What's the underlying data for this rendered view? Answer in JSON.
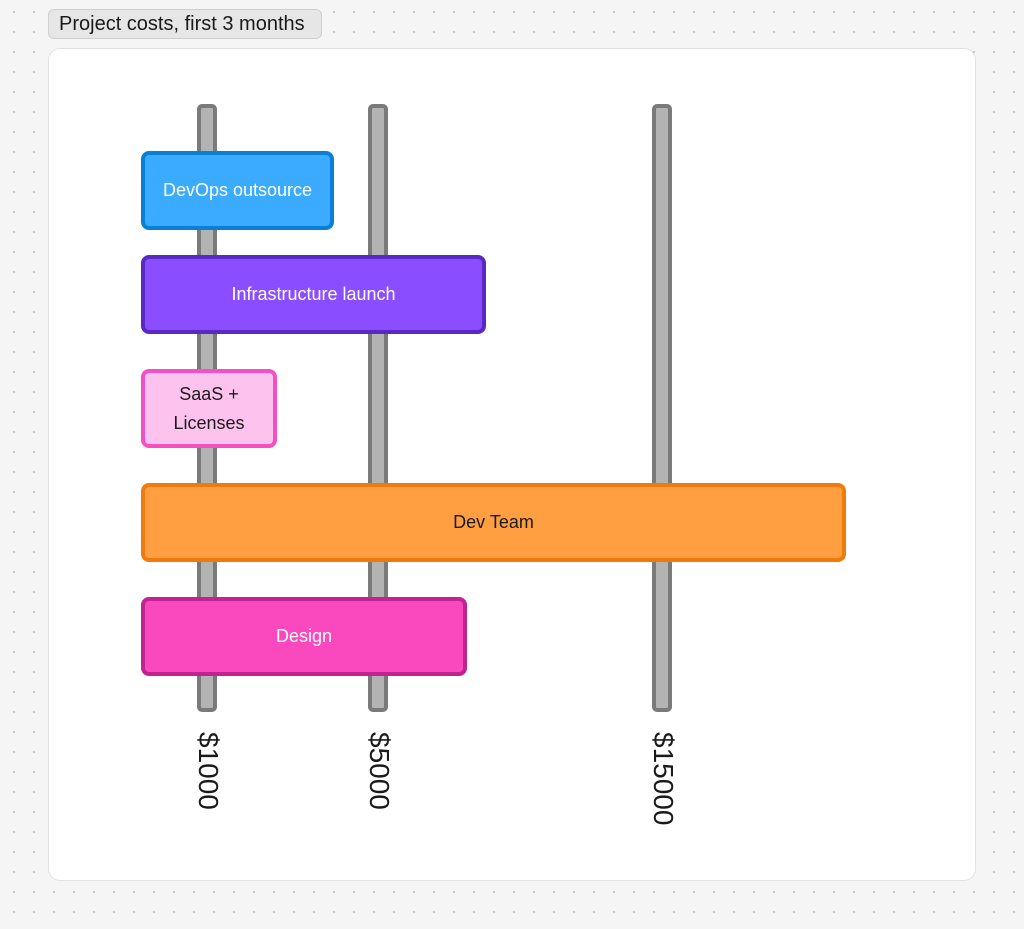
{
  "frame": {
    "title": "Project costs, first 3 months"
  },
  "axis_ticks": [
    {
      "id": "tick-1000",
      "label": "$1000"
    },
    {
      "id": "tick-5000",
      "label": "$5000"
    },
    {
      "id": "tick-15000",
      "label": "$15000"
    }
  ],
  "cost_items": [
    {
      "id": "devops-outsource",
      "label": "DevOps outsource",
      "fill": "#3aabfe",
      "border": "#0a7fd6",
      "text_color": "#ffffff"
    },
    {
      "id": "infrastructure-launch",
      "label": "Infrastructure launch",
      "fill": "#8a4dff",
      "border": "#5a29c4",
      "text_color": "#ffffff"
    },
    {
      "id": "saas-licenses",
      "label": "SaaS + Licenses",
      "fill": "#fdc2ee",
      "border": "#f54fc4",
      "text_color": "#1a1a1a"
    },
    {
      "id": "dev-team",
      "label": "Dev Team",
      "fill": "#ff9f42",
      "border": "#f07b0c",
      "text_color": "#1a1a1a"
    },
    {
      "id": "design",
      "label": "Design",
      "fill": "#fa48bf",
      "border": "#c2248f",
      "text_color": "#ffffff"
    }
  ]
}
